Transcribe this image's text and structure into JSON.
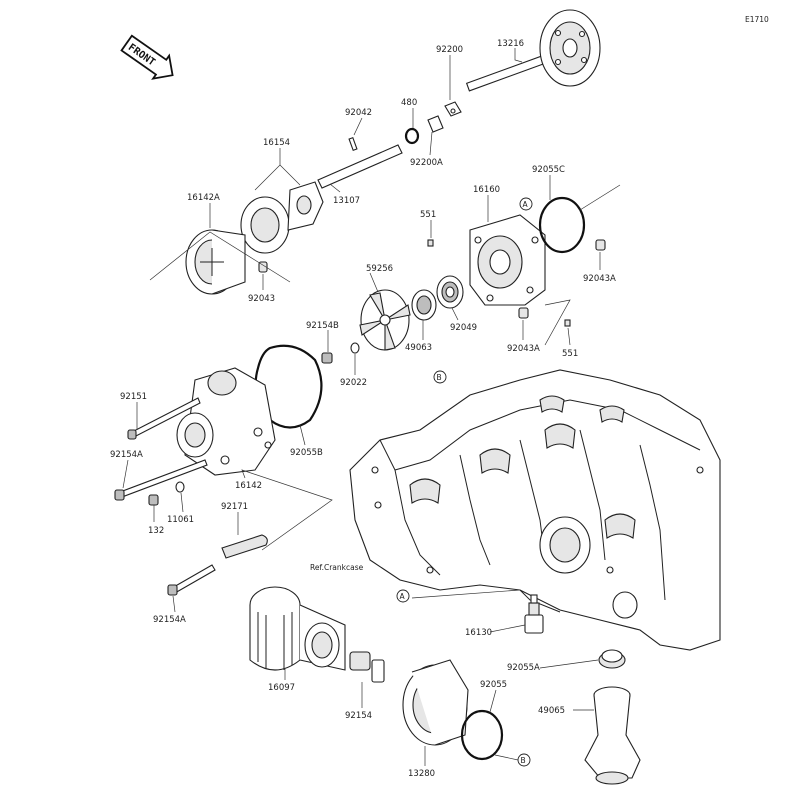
{
  "diagram_code": "E1710",
  "front_badge": "FRONT",
  "ref_text": "Ref.Crankcase",
  "parts": [
    {
      "id": "13216",
      "label": "13216"
    },
    {
      "id": "92200",
      "label": "92200"
    },
    {
      "id": "480",
      "label": "480"
    },
    {
      "id": "92042",
      "label": "92042"
    },
    {
      "id": "92200A",
      "label": "92200A"
    },
    {
      "id": "16154",
      "label": "16154"
    },
    {
      "id": "13107",
      "label": "13107"
    },
    {
      "id": "16142A",
      "label": "16142A"
    },
    {
      "id": "92043",
      "label": "92043"
    },
    {
      "id": "92055C",
      "label": "92055C"
    },
    {
      "id": "16160",
      "label": "16160"
    },
    {
      "id": "551a",
      "label": "551"
    },
    {
      "id": "92043Aa",
      "label": "92043A"
    },
    {
      "id": "59256",
      "label": "59256"
    },
    {
      "id": "92049",
      "label": "92049"
    },
    {
      "id": "49063",
      "label": "49063"
    },
    {
      "id": "92043Ab",
      "label": "92043A"
    },
    {
      "id": "551b",
      "label": "551"
    },
    {
      "id": "92154B",
      "label": "92154B"
    },
    {
      "id": "92022",
      "label": "92022"
    },
    {
      "id": "92151",
      "label": "92151"
    },
    {
      "id": "92055B",
      "label": "92055B"
    },
    {
      "id": "92154Aa",
      "label": "92154A"
    },
    {
      "id": "16142",
      "label": "16142"
    },
    {
      "id": "132",
      "label": "132"
    },
    {
      "id": "11061",
      "label": "11061"
    },
    {
      "id": "92171",
      "label": "92171"
    },
    {
      "id": "92154Ab",
      "label": "92154A"
    },
    {
      "id": "16097",
      "label": "16097"
    },
    {
      "id": "92154",
      "label": "92154"
    },
    {
      "id": "16130",
      "label": "16130"
    },
    {
      "id": "92055A",
      "label": "92055A"
    },
    {
      "id": "92055",
      "label": "92055"
    },
    {
      "id": "49065",
      "label": "49065"
    },
    {
      "id": "13280",
      "label": "13280"
    }
  ],
  "refs": {
    "a": "A",
    "b": "B"
  }
}
